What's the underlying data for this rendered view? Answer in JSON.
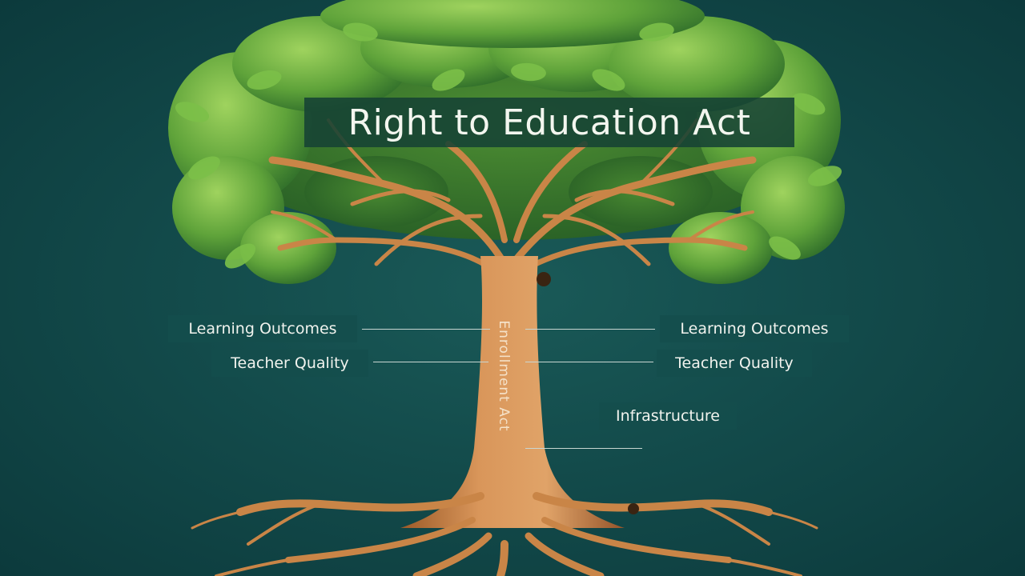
{
  "title": "Right to Education Act",
  "trunk_label": "Enrollment Act",
  "labels": {
    "left_top": "Learning Outcomes",
    "left_mid": "Teacher Quality",
    "right_top": "Learning Outcomes",
    "right_mid": "Teacher Quality",
    "right_low": "Infrastructure"
  },
  "colors": {
    "background": "#134b4b",
    "trunk": "#c98547",
    "foliage": "#5fa33a",
    "banner": "#164234",
    "text": "#f3f6ef"
  }
}
